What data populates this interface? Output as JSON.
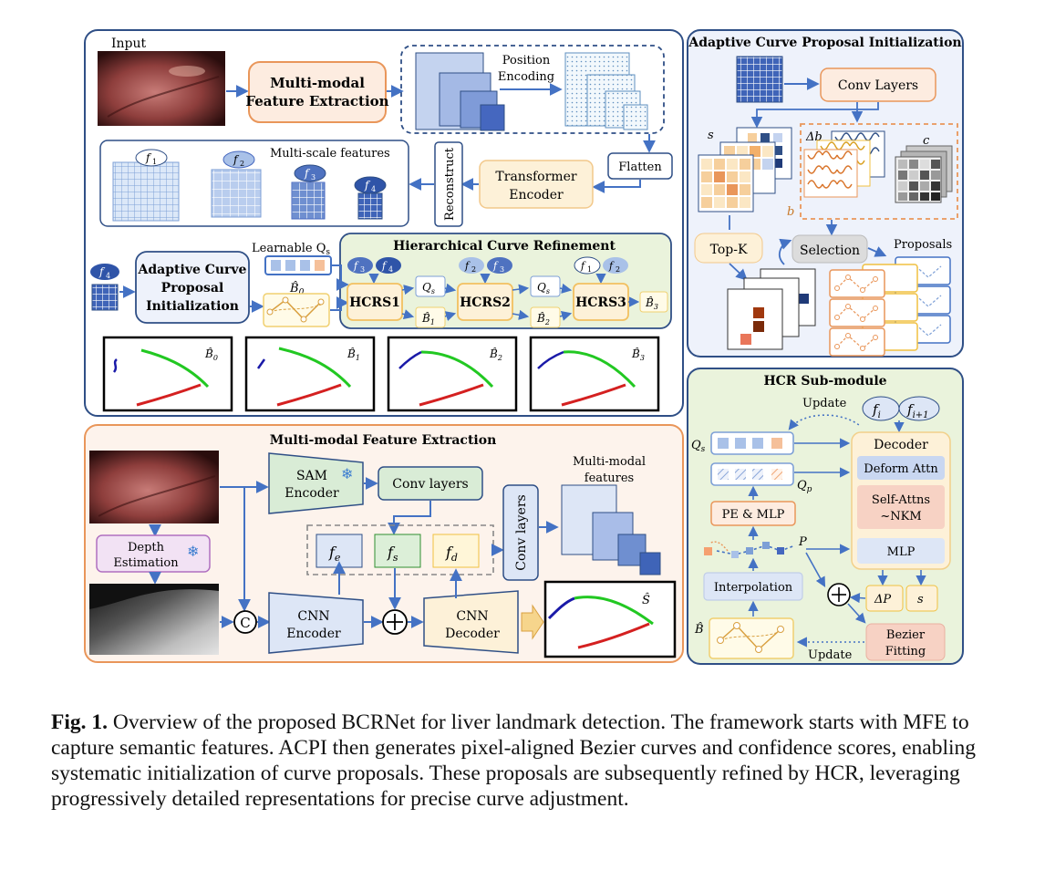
{
  "main": {
    "input_label": "Input",
    "mfe_box": [
      "Multi-modal",
      "Feature Extraction"
    ],
    "position_encoding": [
      "Position",
      "Encoding"
    ],
    "multiscale_label": "Multi-scale features",
    "f1": "f",
    "f1_sub": "1",
    "f2": "f",
    "f2_sub": "2",
    "f3": "f",
    "f3_sub": "3",
    "f4": "f",
    "f4_sub": "4",
    "reconstruct": "Reconstruct",
    "transformer": [
      "Transformer",
      "Encoder"
    ],
    "flatten": "Flatten",
    "acpi_box": [
      "Adaptive Curve",
      "Proposal",
      "Initialization"
    ],
    "learnable": "Learnable Q",
    "learnable_sub": "s",
    "b0_label": "B̂",
    "b0_sub": "0",
    "hcr_title": "Hierarchical Curve Refinement",
    "hcrs1": "HCRS1",
    "hcrs2": "HCRS2",
    "hcrs3": "HCRS3",
    "qs": "Q",
    "qs_sub": "s",
    "b_hat": "B̂",
    "sub1": "1",
    "sub2": "2",
    "sub3": "3",
    "sub0": "0"
  },
  "acpi": {
    "title": "Adaptive Curve Proposal Initialization",
    "conv_layers": "Conv Layers",
    "s_label": "s",
    "delta_b": "Δb",
    "c_label": "c",
    "b_label": "b",
    "topk": "Top-K",
    "selection": "Selection",
    "proposals": "Proposals"
  },
  "mfe": {
    "title": "Multi-modal Feature Extraction",
    "depth": [
      "Depth",
      "Estimation"
    ],
    "sam": [
      "SAM",
      "Encoder"
    ],
    "conv_layers": "Conv layers",
    "conv_layers_v": "Conv layers",
    "multimodal": [
      "Multi-modal",
      "features"
    ],
    "fe": "f",
    "fe_sub": "e",
    "fs": "f",
    "fs_sub": "s",
    "fd": "f",
    "fd_sub": "d",
    "cnn_enc": [
      "CNN",
      "Encoder"
    ],
    "cnn_dec": [
      "CNN",
      "Decoder"
    ],
    "concat": "C",
    "s_hat": "Ŝ"
  },
  "hcr": {
    "title": "HCR Sub-module",
    "update_top": "Update",
    "update_bottom": "Update",
    "fi": "f",
    "fi_sub": "i",
    "fi1": "f",
    "fi1_sub": "i+1",
    "decoder": "Decoder",
    "deform": "Deform Attn",
    "selfattn": [
      "Self-Attns",
      "~NKM"
    ],
    "mlp": "MLP",
    "qs": "Q",
    "qs_sub": "s",
    "qp": "Q",
    "qp_sub": "p",
    "pe_mlp": "PE & MLP",
    "p_label": "P",
    "interp": "Interpolation",
    "delta_p": "ΔP",
    "s": "s",
    "bezier": [
      "Bezier",
      "Fitting"
    ],
    "b_hat": "B̂"
  },
  "caption": {
    "lead": "Fig. 1.",
    "text": " Overview of the proposed BCRNet for liver landmark detection. The framework starts with MFE to capture semantic features. ACPI then generates pixel-aligned Bezier curves and confidence scores, enabling systematic initialization of curve proposals. These proposals are subsequently refined by HCR, leveraging progressively detailed representations for precise curve adjustment."
  },
  "colors": {
    "frame_blue": "#2f4f86",
    "arrow_blue": "#4472c4",
    "orange": "#e9965a",
    "green_bg": "#eaf3dc",
    "red_curve": "#d42020",
    "green_curve": "#22c822",
    "blue_curve": "#1a1aa8"
  }
}
